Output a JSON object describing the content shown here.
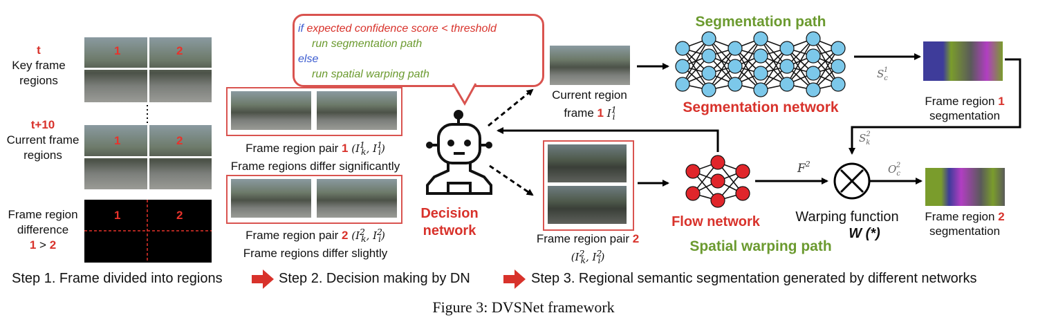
{
  "left": {
    "key_t": "t",
    "key_label_1": "Key frame",
    "key_label_2": "regions",
    "cur_t": "t+10",
    "cur_label_1": "Current frame",
    "cur_label_2": "regions",
    "diff_label_1": "Frame region",
    "diff_label_2": "difference",
    "diff_cmp_a": "1",
    "diff_cmp_op": " > ",
    "diff_cmp_b": "2",
    "tile_1": "1",
    "tile_2": "2"
  },
  "bubble": {
    "if_kw": "if",
    "if_cond": "expected confidence score < threshold",
    "then_line": "run segmentation path",
    "else_kw": "else",
    "else_line": "run spatial warping path"
  },
  "pairs": {
    "pair1_label": "Frame region pair",
    "pair1_num": "1",
    "pair1_math": "(I",
    "pair1_desc": "Frame regions differ significantly",
    "pair2_label": "Frame region pair",
    "pair2_num": "2",
    "pair2_desc": "Frame regions differ slightly"
  },
  "decision": {
    "line1": "Decision",
    "line2": "network"
  },
  "current_region": {
    "line1": "Current region",
    "line2_pre": "frame",
    "num": "1"
  },
  "frame_pair2": {
    "label": "Frame region pair",
    "num": "2"
  },
  "seg": {
    "path_title": "Segmentation path",
    "net_title": "Segmentation network",
    "out1_line1": "Frame region",
    "out1_num": "1",
    "out1_line2": "segmentation"
  },
  "flow": {
    "net_title": "Flow network",
    "path_title": "Spatial warping path",
    "warp_label": "Warping function",
    "warp_func": "W (*)",
    "out2_line1": "Frame region",
    "out2_num": "2",
    "out2_line2": "segmentation"
  },
  "steps": {
    "step1": "Step 1. Frame divided into regions",
    "step2": "Step 2. Decision making by DN",
    "step3": "Step 3. Regional semantic segmentation generated by different networks"
  },
  "caption": "Figure 3: DVSNet framework",
  "colors": {
    "red": "#d8322b",
    "green": "#6b9a2f",
    "blue": "#3a5bd0",
    "node_blue": "#7cc8ea",
    "node_red": "#e0262b",
    "box_red": "#d9534f"
  }
}
